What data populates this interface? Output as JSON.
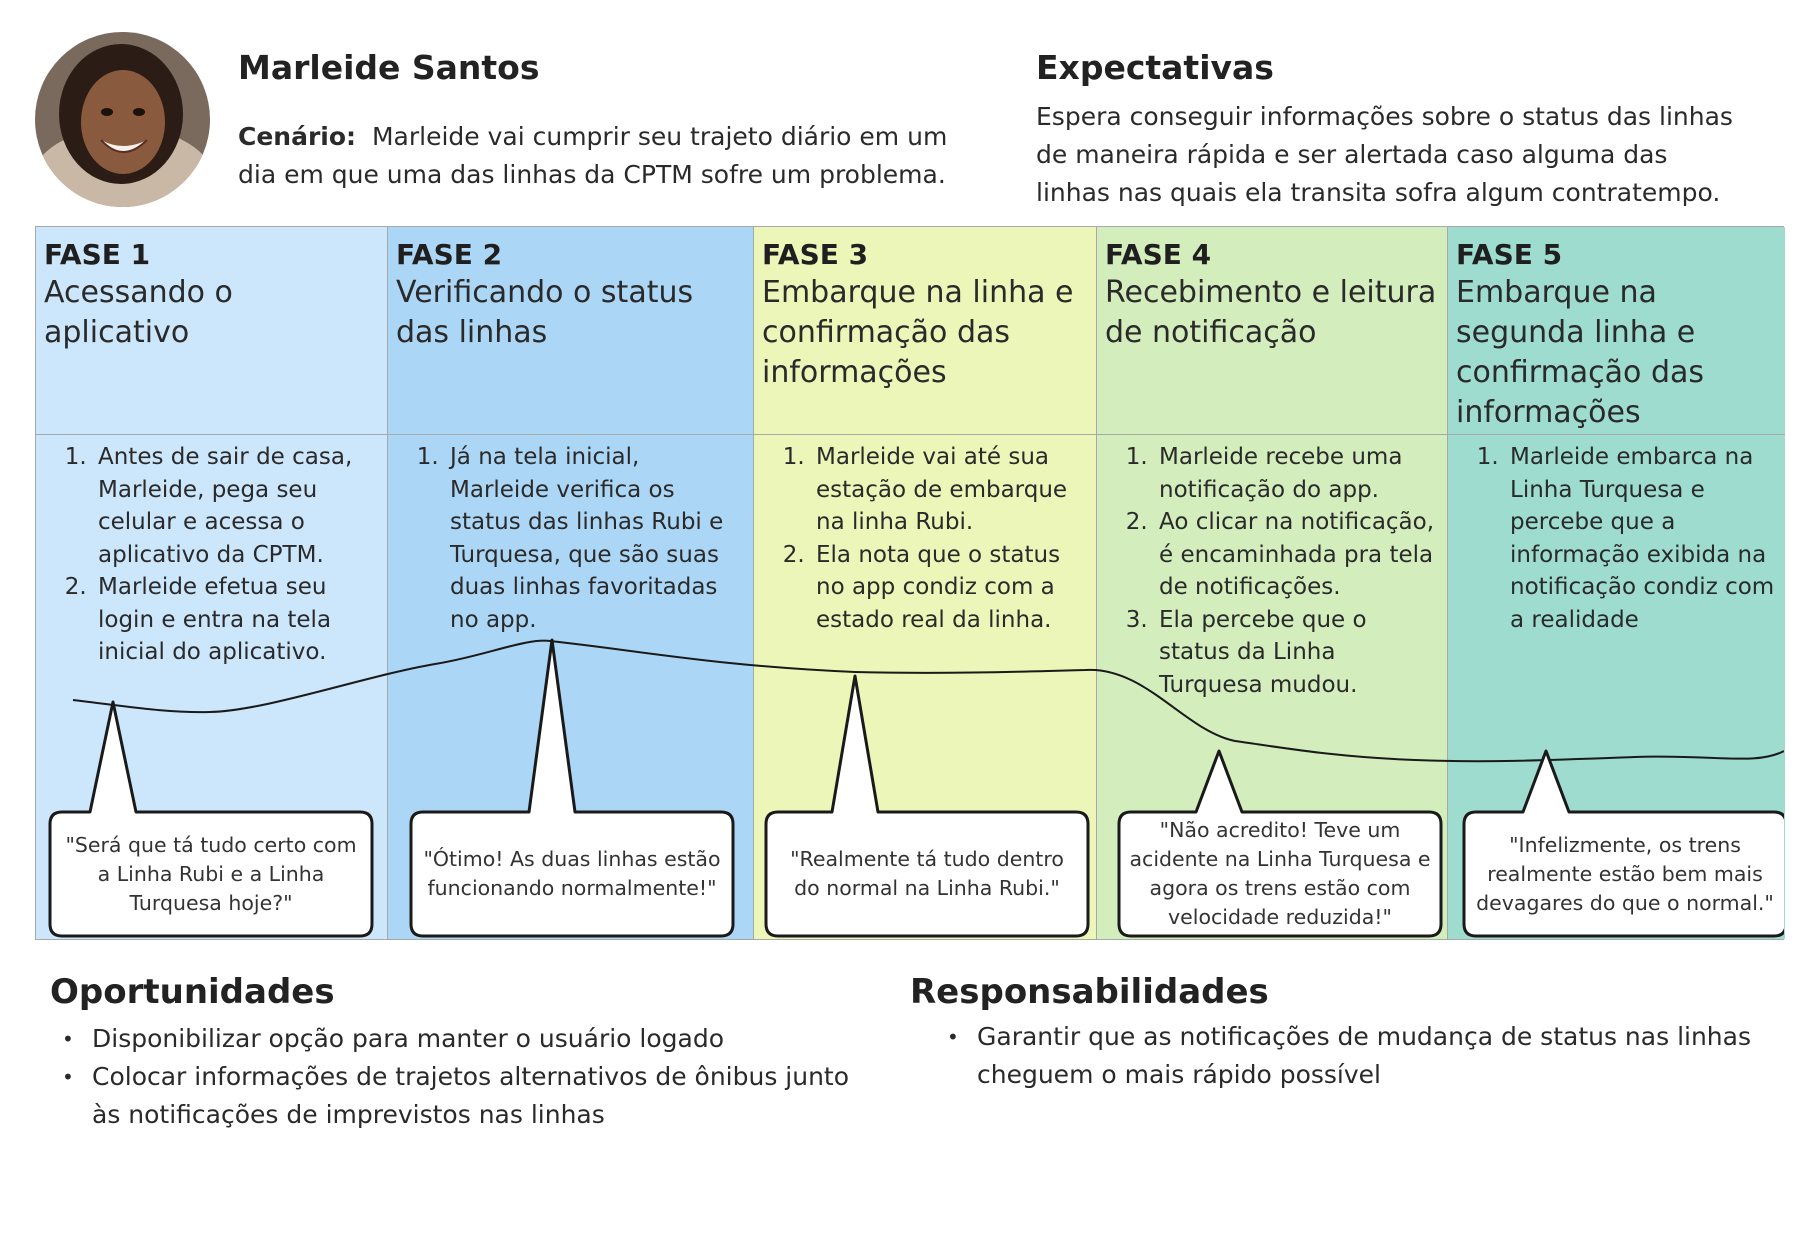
{
  "persona": {
    "name": "Marleide Santos",
    "scenario_label": "Cenário:",
    "scenario_text": "Marleide vai cumprir seu trajeto diário em um dia em que uma das linhas da CPTM sofre um problema."
  },
  "expectations": {
    "title": "Expectativas",
    "text": "Espera conseguir informações sobre o status das linhas de maneira rápida e ser alertada caso alguma das linhas nas quais ela transita sofra algum contratempo."
  },
  "phases": [
    {
      "label": "FASE 1",
      "title": "Acessando o aplicativo",
      "color": "#cce6fb",
      "steps": [
        "Antes de sair de casa, Marleide, pega seu celular e acessa o aplicativo da CPTM.",
        "Marleide efetua seu login e entra na tela inicial do aplicativo."
      ],
      "quote": "\"Será que tá tudo certo com a Linha Rubi e a Linha Turquesa hoje?\""
    },
    {
      "label": "FASE 2",
      "title": "Verificando o status das linhas",
      "color": "#acd6f5",
      "steps": [
        "Já na tela inicial, Marleide verifica os status das linhas Rubi e Turquesa, que são suas duas linhas favoritadas no app."
      ],
      "quote": "\"Ótimo! As duas linhas estão funcionando normalmente!\""
    },
    {
      "label": "FASE 3",
      "title": "Embarque na linha e confirmação das informações",
      "color": "#ebf6b8",
      "steps": [
        "Marleide vai até sua estação de embarque na linha Rubi.",
        "Ela nota que o status no app condiz com a estado real da linha."
      ],
      "quote": "\"Realmente tá tudo dentro do normal na Linha Rubi.\""
    },
    {
      "label": "FASE 4",
      "title": "Recebimento e leitura de notificação",
      "color": "#d4edbd",
      "steps": [
        "Marleide recebe uma notificação do app.",
        "Ao clicar na notificação, é encaminhada pra tela de notificações.",
        "Ela percebe que o status da Linha Turquesa mudou."
      ],
      "quote": "\"Não acredito! Teve um acidente na Linha Turquesa e agora os trens estão com velocidade reduzida!\""
    },
    {
      "label": "FASE 5",
      "title": "Embarque na segunda linha e confirmação das informações",
      "color": "#9ddccf",
      "steps": [
        "Marleide embarca na Linha Turquesa e percebe que a informação exibida na notificação condiz com a realidade"
      ],
      "quote": "\"Infelizmente, os trens realmente estão bem mais devagares do que o normal.\""
    }
  ],
  "opportunities": {
    "title": "Oportunidades",
    "items": [
      "Disponibilizar opção para manter o usuário logado",
      "Colocar informações de trajetos alternativos de ônibus junto às notificações de imprevistos nas linhas"
    ]
  },
  "responsibilities": {
    "title": "Responsabilidades",
    "items": [
      "Garantir que as notificações de mudança de status nas linhas cheguem o mais rápido possível"
    ]
  }
}
